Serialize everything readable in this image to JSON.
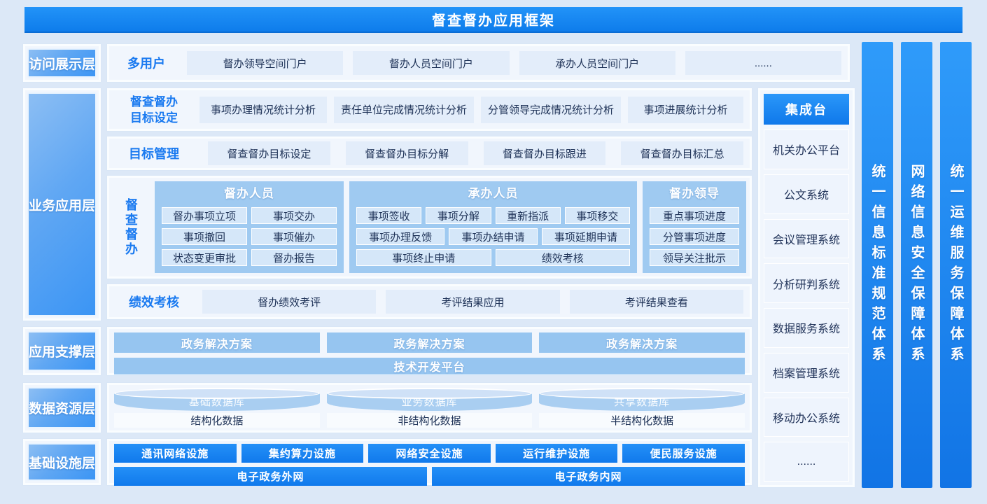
{
  "title": "督查督办应用框架",
  "colors": {
    "accent": "#1787f5",
    "label_blue": "#1a7af0",
    "dark_text": "#1d3156",
    "medium_blue": "#96c5f0",
    "light_chip": "#e3edfa"
  },
  "layers": {
    "access": "访问展示层",
    "business": "业务应用层",
    "support": "应用支撑层",
    "data": "数据资源层",
    "infra": "基础设施层"
  },
  "access_row": {
    "label": "多用户",
    "items": [
      "督办领导空间门户",
      "督办人员空间门户",
      "承办人员空间门户",
      "......"
    ]
  },
  "business": {
    "target_setting": {
      "label_line1": "督查督办",
      "label_line2": "目标设定",
      "items": [
        "事项办理情况统计分析",
        "责任单位完成情况统计分析",
        "分管领导完成情况统计分析",
        "事项进展统计分析"
      ]
    },
    "goal_mgmt": {
      "label": "目标管理",
      "items": [
        "督查督办目标设定",
        "督查督办目标分解",
        "督查督办目标跟进",
        "督查督办目标汇总"
      ]
    },
    "supervision": {
      "label": "督查督办",
      "groups": [
        {
          "title": "督办人员",
          "rows": [
            [
              "督办事项立项",
              "事项交办"
            ],
            [
              "事项撤回",
              "事项催办"
            ],
            [
              "状态变更审批",
              "督办报告"
            ]
          ]
        },
        {
          "title": "承办人员",
          "rows": [
            [
              "事项签收",
              "事项分解",
              "重新指派",
              "事项移交"
            ],
            [
              "事项办理反馈",
              "事项办结申请",
              "事项延期申请"
            ],
            [
              "事项终止申请",
              "绩效考核"
            ]
          ]
        },
        {
          "title": "督办领导",
          "rows": [
            [
              "重点事项进度"
            ],
            [
              "分管事项进度"
            ],
            [
              "领导关注批示"
            ]
          ]
        }
      ]
    },
    "performance": {
      "label": "绩效考核",
      "items": [
        "督办绩效考评",
        "考评结果应用",
        "考评结果查看"
      ]
    }
  },
  "support": {
    "solutions": [
      "政务解决方案",
      "政务解决方案",
      "政务解决方案"
    ],
    "platform": "技术开发平台"
  },
  "data_layer": {
    "databases": [
      {
        "name": "基础数据库",
        "type": "结构化数据"
      },
      {
        "name": "业务数据库",
        "type": "非结构化数据"
      },
      {
        "name": "共享数据库",
        "type": "半结构化数据"
      }
    ]
  },
  "infra": {
    "facilities": [
      "通讯网络设施",
      "集约算力设施",
      "网络安全设施",
      "运行维护设施",
      "便民服务设施"
    ],
    "networks": [
      "电子政务外网",
      "电子政务内网"
    ]
  },
  "integration": {
    "header": "集成台",
    "items": [
      "机关办公平台",
      "公文系统",
      "会议管理系统",
      "分析研判系统",
      "数据服务系统",
      "档案管理系统",
      "移动办公系统",
      "......"
    ]
  },
  "pillars": [
    "统一信息标准规范体系",
    "网络信息安全保障体系",
    "统一运维服务保障体系"
  ]
}
